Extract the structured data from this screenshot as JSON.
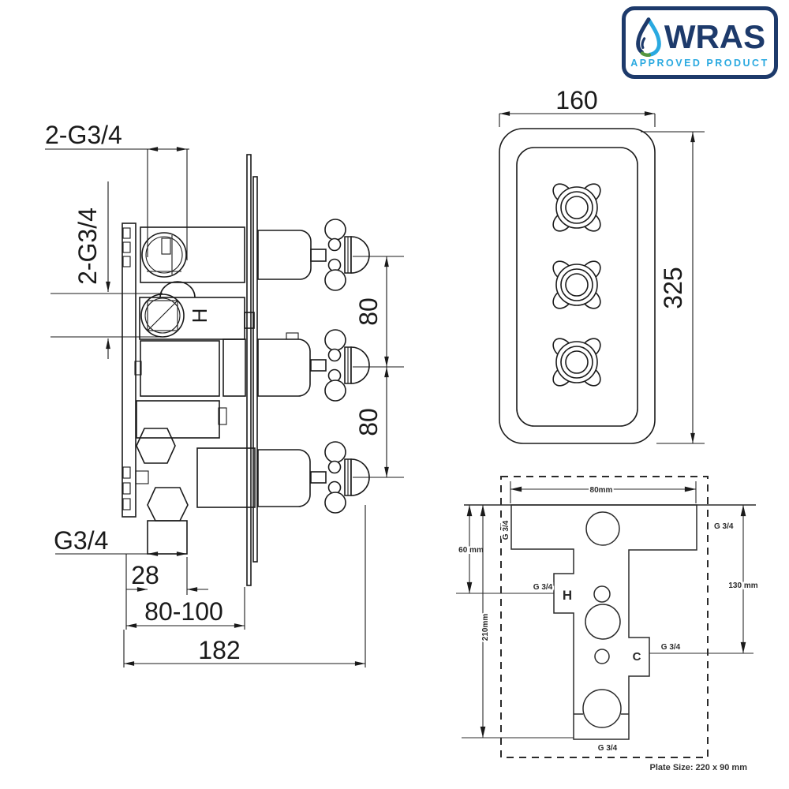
{
  "wras_badge": {
    "title": "WRAS",
    "subtitle": "APPROVED PRODUCT",
    "colors": {
      "navy": "#1d3a6b",
      "light_blue": "#2aa9e0",
      "green": "#55953f"
    }
  },
  "side_view": {
    "dim_top_ports": "2-G3/4",
    "dim_left_ports": "2-G3/4",
    "outlet_thread": "G3/4",
    "dim_outlet_width": "28",
    "dim_depth_range": "80-100",
    "dim_overall": "182",
    "dim_handle_spacing_upper": "80",
    "dim_handle_spacing_lower": "80",
    "hot_marker": "H"
  },
  "front_view": {
    "dim_width": "160",
    "dim_height": "325"
  },
  "template_view": {
    "dim_top_width": "80mm",
    "dim_upper_left": "60 mm",
    "dim_overall_height": "210mm",
    "dim_right": "130 mm",
    "thread_top_left": "G 3/4",
    "thread_top_right": "G 3/4",
    "thread_hot": "G 3/4",
    "thread_cold": "G 3/4",
    "thread_bottom": "G 3/4",
    "hot_marker": "H",
    "cold_marker": "C",
    "plate_size_note": "Plate Size: 220 x 90 mm"
  }
}
